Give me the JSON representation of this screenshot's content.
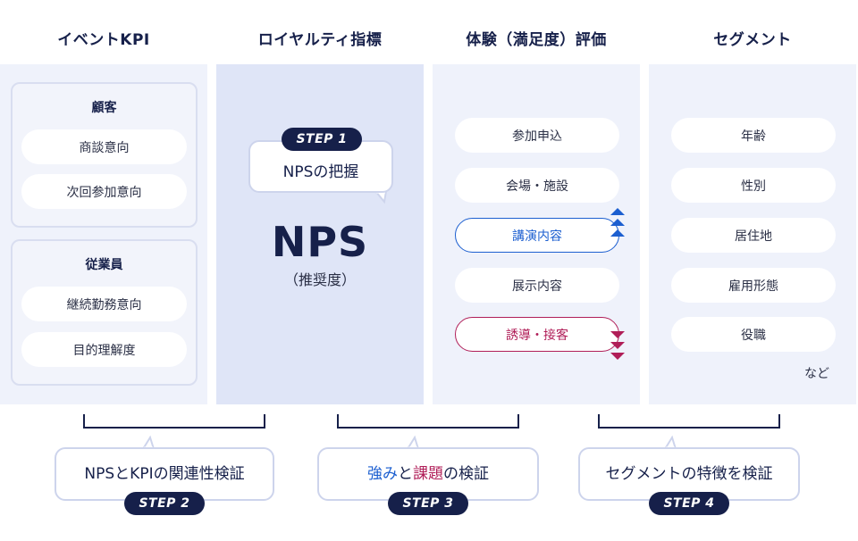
{
  "columns": [
    {
      "title": "イベントKPI"
    },
    {
      "title": "ロイヤルティ指標"
    },
    {
      "title": "体験（満足度）評価"
    },
    {
      "title": "セグメント"
    }
  ],
  "kpi": {
    "customer_title": "顧客",
    "customer_items": [
      "商談意向",
      "次回参加意向"
    ],
    "employee_title": "従業員",
    "employee_items": [
      "継続勤務意向",
      "目的理解度"
    ]
  },
  "loyalty": {
    "step_label": "STEP 1",
    "bubble_text": "NPSの把握",
    "nps_title": "NPS",
    "nps_subtitle": "（推奨度）"
  },
  "experience": {
    "items": [
      "参加申込",
      "会場・施設",
      "講演内容",
      "展示内容",
      "誘導・接客"
    ],
    "strength_item_index": 2,
    "issue_item_index": 4
  },
  "segment": {
    "items": [
      "年齢",
      "性別",
      "居住地",
      "雇用形態",
      "役職"
    ],
    "etc_label": "など"
  },
  "steps": [
    {
      "label": "STEP 2",
      "text": "NPSとKPIの関連性検証"
    },
    {
      "label": "STEP 3",
      "text_parts": [
        "強み",
        "と",
        "課題",
        "の検証"
      ]
    },
    {
      "label": "STEP 4",
      "text": "セグメントの特徴を検証"
    }
  ],
  "colors": {
    "navy": "#16204a",
    "strength_blue": "#1c5fd0",
    "issue_red": "#b01e58",
    "panel_bg": "#eff2fb",
    "panel_active": "#dfe5f7"
  }
}
